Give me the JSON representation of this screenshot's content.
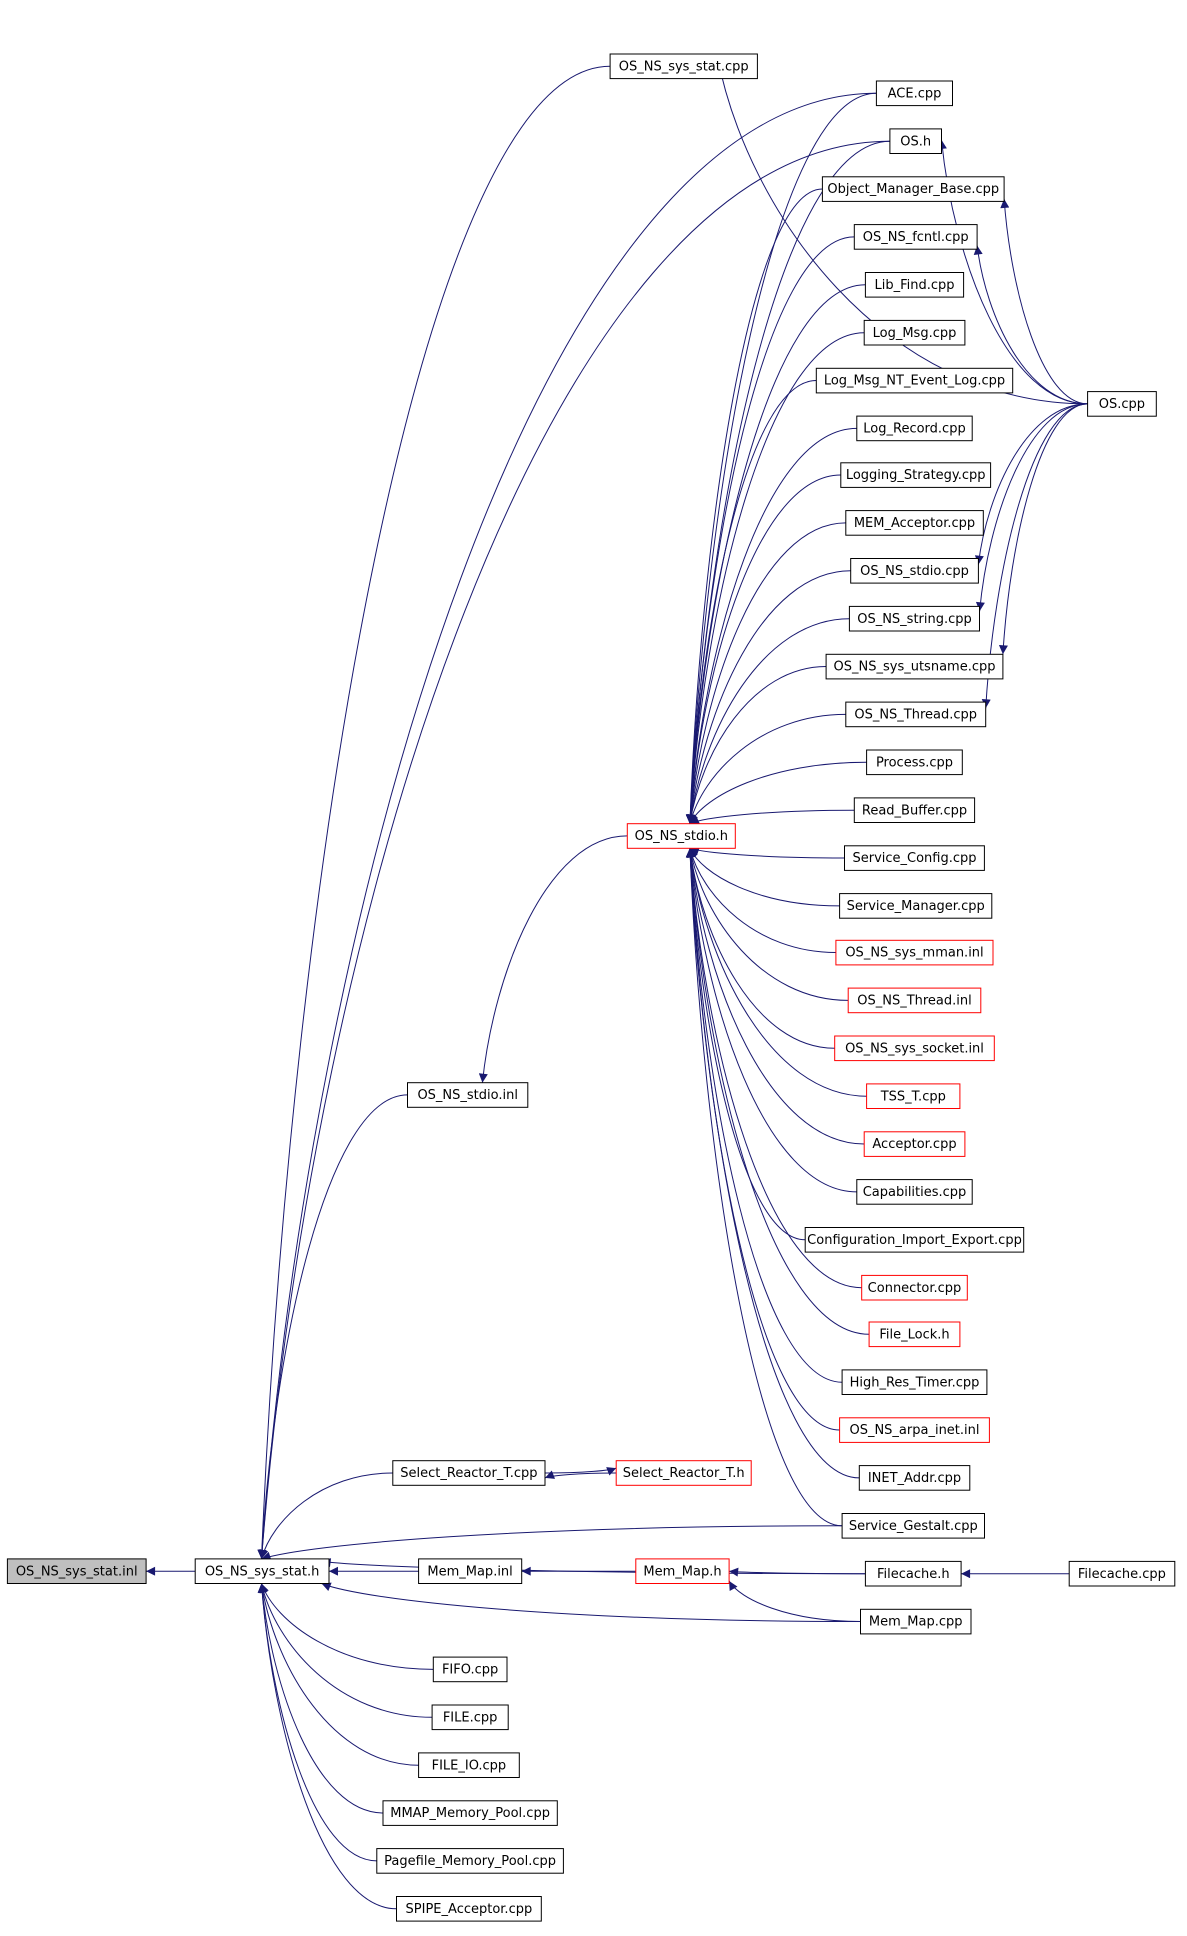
{
  "colors": {
    "edge": "#191970",
    "box_black": "#000000",
    "box_red": "#ff0000",
    "root_fill": "#bfbfbf"
  },
  "nodes": [
    {
      "id": "os_ns_sys_stat_inl",
      "label": "OS_NS_sys_stat.inl",
      "border": "black",
      "root": true
    },
    {
      "id": "os_ns_sys_stat_h",
      "label": "OS_NS_sys_stat.h",
      "border": "black"
    },
    {
      "id": "os_ns_sys_stat_cpp",
      "label": "OS_NS_sys_stat.cpp",
      "border": "black"
    },
    {
      "id": "ace_cpp",
      "label": "ACE.cpp",
      "border": "black"
    },
    {
      "id": "os_h",
      "label": "OS.h",
      "border": "black"
    },
    {
      "id": "object_manager_base_cpp",
      "label": "Object_Manager_Base.cpp",
      "border": "black"
    },
    {
      "id": "os_ns_fcntl_cpp",
      "label": "OS_NS_fcntl.cpp",
      "border": "black"
    },
    {
      "id": "lib_find_cpp",
      "label": "Lib_Find.cpp",
      "border": "black"
    },
    {
      "id": "log_msg_cpp",
      "label": "Log_Msg.cpp",
      "border": "black"
    },
    {
      "id": "log_msg_nt_event_log_cpp",
      "label": "Log_Msg_NT_Event_Log.cpp",
      "border": "black"
    },
    {
      "id": "log_record_cpp",
      "label": "Log_Record.cpp",
      "border": "black"
    },
    {
      "id": "logging_strategy_cpp",
      "label": "Logging_Strategy.cpp",
      "border": "black"
    },
    {
      "id": "mem_acceptor_cpp",
      "label": "MEM_Acceptor.cpp",
      "border": "black"
    },
    {
      "id": "os_ns_stdio_cpp",
      "label": "OS_NS_stdio.cpp",
      "border": "black"
    },
    {
      "id": "os_ns_string_cpp",
      "label": "OS_NS_string.cpp",
      "border": "black"
    },
    {
      "id": "os_ns_sys_utsname_cpp",
      "label": "OS_NS_sys_utsname.cpp",
      "border": "black"
    },
    {
      "id": "os_ns_thread_cpp",
      "label": "OS_NS_Thread.cpp",
      "border": "black"
    },
    {
      "id": "process_cpp",
      "label": "Process.cpp",
      "border": "black"
    },
    {
      "id": "read_buffer_cpp",
      "label": "Read_Buffer.cpp",
      "border": "black"
    },
    {
      "id": "service_config_cpp",
      "label": "Service_Config.cpp",
      "border": "black"
    },
    {
      "id": "service_manager_cpp",
      "label": "Service_Manager.cpp",
      "border": "black"
    },
    {
      "id": "os_ns_sys_mman_inl",
      "label": "OS_NS_sys_mman.inl",
      "border": "red"
    },
    {
      "id": "os_ns_thread_inl",
      "label": "OS_NS_Thread.inl",
      "border": "red"
    },
    {
      "id": "os_ns_sys_socket_inl",
      "label": "OS_NS_sys_socket.inl",
      "border": "red"
    },
    {
      "id": "tss_t_cpp",
      "label": "TSS_T.cpp",
      "border": "red"
    },
    {
      "id": "acceptor_cpp",
      "label": "Acceptor.cpp",
      "border": "red"
    },
    {
      "id": "capabilities_cpp",
      "label": "Capabilities.cpp",
      "border": "black"
    },
    {
      "id": "configuration_import_export_cpp",
      "label": "Configuration_Import_Export.cpp",
      "border": "black"
    },
    {
      "id": "connector_cpp",
      "label": "Connector.cpp",
      "border": "red"
    },
    {
      "id": "file_lock_h",
      "label": "File_Lock.h",
      "border": "red"
    },
    {
      "id": "high_res_timer_cpp",
      "label": "High_Res_Timer.cpp",
      "border": "black"
    },
    {
      "id": "os_ns_arpa_inet_inl",
      "label": "OS_NS_arpa_inet.inl",
      "border": "red"
    },
    {
      "id": "inet_addr_cpp",
      "label": "INET_Addr.cpp",
      "border": "black"
    },
    {
      "id": "service_gestalt_cpp",
      "label": "Service_Gestalt.cpp",
      "border": "black"
    },
    {
      "id": "os_cpp",
      "label": "OS.cpp",
      "border": "black"
    },
    {
      "id": "os_ns_stdio_h",
      "label": "OS_NS_stdio.h",
      "border": "red"
    },
    {
      "id": "os_ns_stdio_inl",
      "label": "OS_NS_stdio.inl",
      "border": "black"
    },
    {
      "id": "select_reactor_t_cpp",
      "label": "Select_Reactor_T.cpp",
      "border": "black"
    },
    {
      "id": "select_reactor_t_h",
      "label": "Select_Reactor_T.h",
      "border": "red"
    },
    {
      "id": "mem_map_inl",
      "label": "Mem_Map.inl",
      "border": "black"
    },
    {
      "id": "mem_map_h",
      "label": "Mem_Map.h",
      "border": "red"
    },
    {
      "id": "filecache_h",
      "label": "Filecache.h",
      "border": "black"
    },
    {
      "id": "filecache_cpp",
      "label": "Filecache.cpp",
      "border": "black"
    },
    {
      "id": "mem_map_cpp",
      "label": "Mem_Map.cpp",
      "border": "black"
    },
    {
      "id": "fifo_cpp",
      "label": "FIFO.cpp",
      "border": "black"
    },
    {
      "id": "file_cpp",
      "label": "FILE.cpp",
      "border": "black"
    },
    {
      "id": "file_io_cpp",
      "label": "FILE_IO.cpp",
      "border": "black"
    },
    {
      "id": "mmap_memory_pool_cpp",
      "label": "MMAP_Memory_Pool.cpp",
      "border": "black"
    },
    {
      "id": "pagefile_memory_pool_cpp",
      "label": "Pagefile_Memory_Pool.cpp",
      "border": "black"
    },
    {
      "id": "spipe_acceptor_cpp",
      "label": "SPIPE_Acceptor.cpp",
      "border": "black"
    }
  ],
  "edges": [
    {
      "from": "os_ns_sys_stat_h",
      "to": "os_ns_sys_stat_inl"
    },
    {
      "from": "os_ns_sys_stat_cpp",
      "to": "os_ns_sys_stat_h"
    },
    {
      "from": "ace_cpp",
      "to": "os_ns_sys_stat_h"
    },
    {
      "from": "os_h",
      "to": "os_ns_sys_stat_h"
    },
    {
      "from": "os_ns_stdio_inl",
      "to": "os_ns_sys_stat_h"
    },
    {
      "from": "select_reactor_t_cpp",
      "to": "os_ns_sys_stat_h"
    },
    {
      "from": "service_gestalt_cpp",
      "to": "os_ns_sys_stat_h"
    },
    {
      "from": "filecache_h",
      "to": "os_ns_sys_stat_h"
    },
    {
      "from": "mem_map_inl",
      "to": "os_ns_sys_stat_h"
    },
    {
      "from": "mem_map_cpp",
      "to": "os_ns_sys_stat_h"
    },
    {
      "from": "fifo_cpp",
      "to": "os_ns_sys_stat_h"
    },
    {
      "from": "file_cpp",
      "to": "os_ns_sys_stat_h"
    },
    {
      "from": "file_io_cpp",
      "to": "os_ns_sys_stat_h"
    },
    {
      "from": "mmap_memory_pool_cpp",
      "to": "os_ns_sys_stat_h"
    },
    {
      "from": "pagefile_memory_pool_cpp",
      "to": "os_ns_sys_stat_h"
    },
    {
      "from": "spipe_acceptor_cpp",
      "to": "os_ns_sys_stat_h"
    },
    {
      "from": "os_ns_stdio_h",
      "to": "os_ns_stdio_inl"
    },
    {
      "from": "ace_cpp",
      "to": "os_ns_stdio_h"
    },
    {
      "from": "os_h",
      "to": "os_ns_stdio_h"
    },
    {
      "from": "object_manager_base_cpp",
      "to": "os_ns_stdio_h"
    },
    {
      "from": "os_ns_fcntl_cpp",
      "to": "os_ns_stdio_h"
    },
    {
      "from": "lib_find_cpp",
      "to": "os_ns_stdio_h"
    },
    {
      "from": "log_msg_cpp",
      "to": "os_ns_stdio_h"
    },
    {
      "from": "log_msg_nt_event_log_cpp",
      "to": "os_ns_stdio_h"
    },
    {
      "from": "log_record_cpp",
      "to": "os_ns_stdio_h"
    },
    {
      "from": "logging_strategy_cpp",
      "to": "os_ns_stdio_h"
    },
    {
      "from": "mem_acceptor_cpp",
      "to": "os_ns_stdio_h"
    },
    {
      "from": "os_ns_stdio_cpp",
      "to": "os_ns_stdio_h"
    },
    {
      "from": "os_ns_string_cpp",
      "to": "os_ns_stdio_h"
    },
    {
      "from": "os_ns_sys_utsname_cpp",
      "to": "os_ns_stdio_h"
    },
    {
      "from": "os_ns_thread_cpp",
      "to": "os_ns_stdio_h"
    },
    {
      "from": "process_cpp",
      "to": "os_ns_stdio_h"
    },
    {
      "from": "read_buffer_cpp",
      "to": "os_ns_stdio_h"
    },
    {
      "from": "service_config_cpp",
      "to": "os_ns_stdio_h"
    },
    {
      "from": "service_manager_cpp",
      "to": "os_ns_stdio_h"
    },
    {
      "from": "os_ns_sys_mman_inl",
      "to": "os_ns_stdio_h"
    },
    {
      "from": "os_ns_thread_inl",
      "to": "os_ns_stdio_h"
    },
    {
      "from": "os_ns_sys_socket_inl",
      "to": "os_ns_stdio_h"
    },
    {
      "from": "tss_t_cpp",
      "to": "os_ns_stdio_h"
    },
    {
      "from": "acceptor_cpp",
      "to": "os_ns_stdio_h"
    },
    {
      "from": "capabilities_cpp",
      "to": "os_ns_stdio_h"
    },
    {
      "from": "configuration_import_export_cpp",
      "to": "os_ns_stdio_h"
    },
    {
      "from": "connector_cpp",
      "to": "os_ns_stdio_h"
    },
    {
      "from": "file_lock_h",
      "to": "os_ns_stdio_h"
    },
    {
      "from": "high_res_timer_cpp",
      "to": "os_ns_stdio_h"
    },
    {
      "from": "os_ns_arpa_inet_inl",
      "to": "os_ns_stdio_h"
    },
    {
      "from": "inet_addr_cpp",
      "to": "os_ns_stdio_h"
    },
    {
      "from": "service_gestalt_cpp",
      "to": "os_ns_stdio_h"
    },
    {
      "from": "os_cpp",
      "to": "os_ns_sys_stat_cpp"
    },
    {
      "from": "os_cpp",
      "to": "os_h"
    },
    {
      "from": "os_cpp",
      "to": "object_manager_base_cpp"
    },
    {
      "from": "os_cpp",
      "to": "os_ns_fcntl_cpp"
    },
    {
      "from": "os_cpp",
      "to": "os_ns_stdio_cpp"
    },
    {
      "from": "os_cpp",
      "to": "os_ns_string_cpp"
    },
    {
      "from": "os_cpp",
      "to": "os_ns_sys_utsname_cpp"
    },
    {
      "from": "os_cpp",
      "to": "os_ns_thread_cpp"
    },
    {
      "from": "select_reactor_t_h",
      "to": "select_reactor_t_cpp"
    },
    {
      "from": "select_reactor_t_cpp",
      "to": "select_reactor_t_h"
    },
    {
      "from": "mem_map_h",
      "to": "mem_map_inl"
    },
    {
      "from": "filecache_h",
      "to": "mem_map_h"
    },
    {
      "from": "mem_map_cpp",
      "to": "mem_map_h"
    },
    {
      "from": "filecache_cpp",
      "to": "filecache_h"
    }
  ]
}
